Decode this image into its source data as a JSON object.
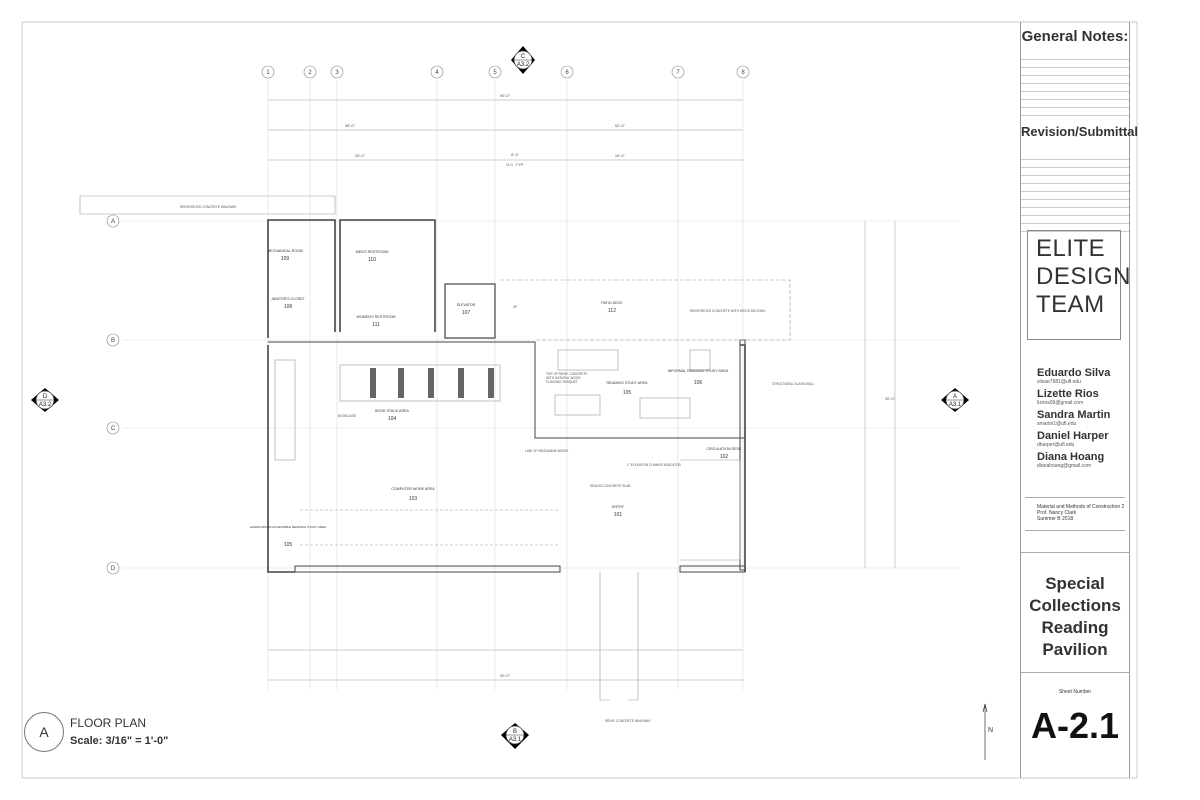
{
  "title_block": {
    "general_notes": "General Notes:",
    "revision": "Revision/Submittal",
    "firm": [
      "ELITE",
      "DESIGN",
      "TEAM"
    ],
    "team": [
      {
        "name": "Eduardo Silva",
        "email": "silvae7681@ufl.edu"
      },
      {
        "name": "Lizette Rios",
        "email": "lizrios09@gmail.com"
      },
      {
        "name": "Sandra Martin",
        "email": "smartin1@ufl.edu"
      },
      {
        "name": "Daniel Harper",
        "email": "dharper@ufl.edu"
      },
      {
        "name": "Diana Hoang",
        "email": "dianahoang@gmail.com"
      }
    ],
    "course": [
      "Material and Methods of Construction 2",
      "Prof. Nancy Clark",
      "Summer B 2018"
    ],
    "project": [
      "Special",
      "Collections",
      "Reading",
      "Pavilion"
    ],
    "sheet_label": "Sheet Number",
    "sheet_number": "A-2.1"
  },
  "drawing_title": {
    "bubble": "A",
    "title": "FLOOR PLAN",
    "scale": "Scale: 3/16\" = 1'-0\""
  },
  "grid_columns": [
    "1",
    "2",
    "3",
    "4",
    "5",
    "6",
    "7",
    "8"
  ],
  "grid_rows": [
    "A",
    "B",
    "C",
    "D"
  ],
  "section_markers": {
    "top": {
      "id": "C",
      "sheet": "A3.2"
    },
    "left": {
      "id": "D",
      "sheet": "A3.2"
    },
    "right": {
      "id": "A",
      "sheet": "A3.1"
    },
    "bottom": {
      "id": "B",
      "sheet": "A3.1"
    }
  },
  "rooms": [
    {
      "name": "MECHANICAL ROOM",
      "number": "109"
    },
    {
      "name": "JANITOR'S CLOSET",
      "number": "108"
    },
    {
      "name": "MEN'S RESTROOM",
      "number": "110"
    },
    {
      "name": "WOMEN'S RESTROOM",
      "number": "111"
    },
    {
      "name": "ELEVATOR",
      "number": "107"
    },
    {
      "name": "PATIO DECK",
      "number": "112"
    },
    {
      "name": "READING/ STUDY AREA",
      "number": "105"
    },
    {
      "name": "INFORMAL READING/ STUDY AREA",
      "number": "106"
    },
    {
      "name": "BOOK STACK AREA",
      "number": "104"
    },
    {
      "name": "COMPUTER WORK AREA",
      "number": "103"
    },
    {
      "name": "ENTRY",
      "number": "101"
    },
    {
      "name": "CIRCULATION DESK",
      "number": "102"
    },
    {
      "name": "HANDICAPPED ACCESSIBLE READING/ STUDY AREA",
      "number": "105"
    }
  ],
  "notes": {
    "walkway": "REINFORCED CONCRETE WALKWAY",
    "patio": "REINFORCED CONCRETE WITH WOOD DECKING",
    "glass": "STRUCTURAL GLASS WALL",
    "mezz": "LINE OF MEZZANINE ABOVE",
    "slab": "SEALED CONCRETE SLAB",
    "floor": "TOP OF REINF. CONCRETE WITH NATURAL WOOD FLOATING PARQUET",
    "bookcase": "BOOKCASE",
    "indicator": "1\" ELEVATION CHANGE INDICATOR",
    "ramp": "REINF. CONCRETE WALKWAY",
    "oc": "O.C. TYP.",
    "up": "UP"
  },
  "dimensions": {
    "overall": "90'-0\"",
    "d1": "38'-0\"",
    "d2": "52'-0\"",
    "d3": "26'-0\"",
    "d4": "16'-0\"",
    "d5": "8'-0\"",
    "side": "30'-0\""
  }
}
